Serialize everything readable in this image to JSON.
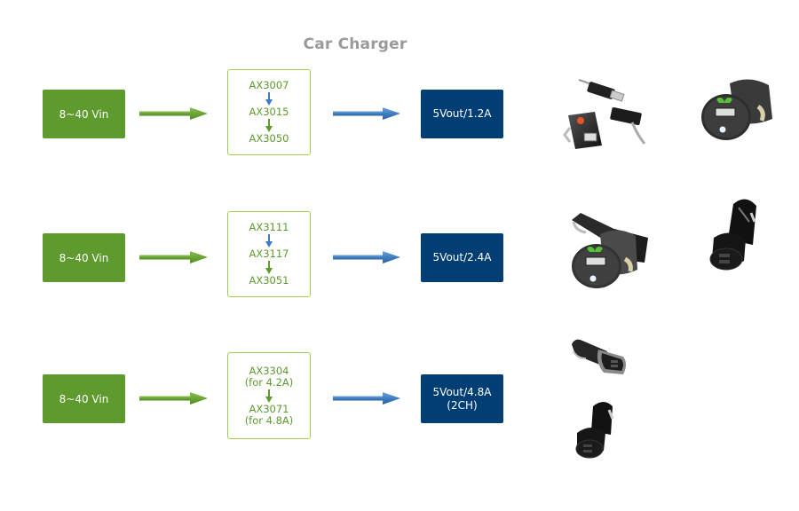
{
  "title": "Car Charger",
  "colors": {
    "input_box": "#5f9a2f",
    "chip_border": "#9ccf4f",
    "chip_text": "#5d9a2d",
    "output_box": "#003e74",
    "green_arrow": "#5e9a2f",
    "blue_arrow": "#3e7cbf",
    "title": "#9a9a9a"
  },
  "rows": [
    {
      "input": "8~40 Vin",
      "chips": [
        {
          "name": "AX3007",
          "note": ""
        },
        {
          "name": "AX3015",
          "note": ""
        },
        {
          "name": "AX3050",
          "note": ""
        }
      ],
      "chip_arrow_colors": [
        "blue",
        "green"
      ],
      "output_line1": "5Vout/1.2A",
      "output_line2": "",
      "products": [
        "car-charger-with-usb-and-dock-cable",
        "car-charger-green-leaf-single-usb"
      ]
    },
    {
      "input": "8~40 Vin",
      "chips": [
        {
          "name": "AX3111",
          "note": ""
        },
        {
          "name": "AX3117",
          "note": ""
        },
        {
          "name": "AX3051",
          "note": ""
        }
      ],
      "chip_arrow_colors": [
        "blue",
        "green"
      ],
      "output_line1": "5Vout/2.4A",
      "output_line2": "",
      "products": [
        "car-charger-green-leaf-swivel",
        "car-charger-black-dual-usb"
      ]
    },
    {
      "input": "8~40 Vin",
      "chips": [
        {
          "name": "AX3304",
          "note": "(for 4.2A)"
        },
        {
          "name": "AX3071",
          "note": "(for 4.8A)"
        }
      ],
      "chip_arrow_colors": [
        "green"
      ],
      "output_line1": "5Vout/4.8A",
      "output_line2": "(2CH)",
      "products": [
        "car-charger-silver-trim-dual-usb",
        "car-charger-black-round-dual-usb"
      ]
    }
  ]
}
